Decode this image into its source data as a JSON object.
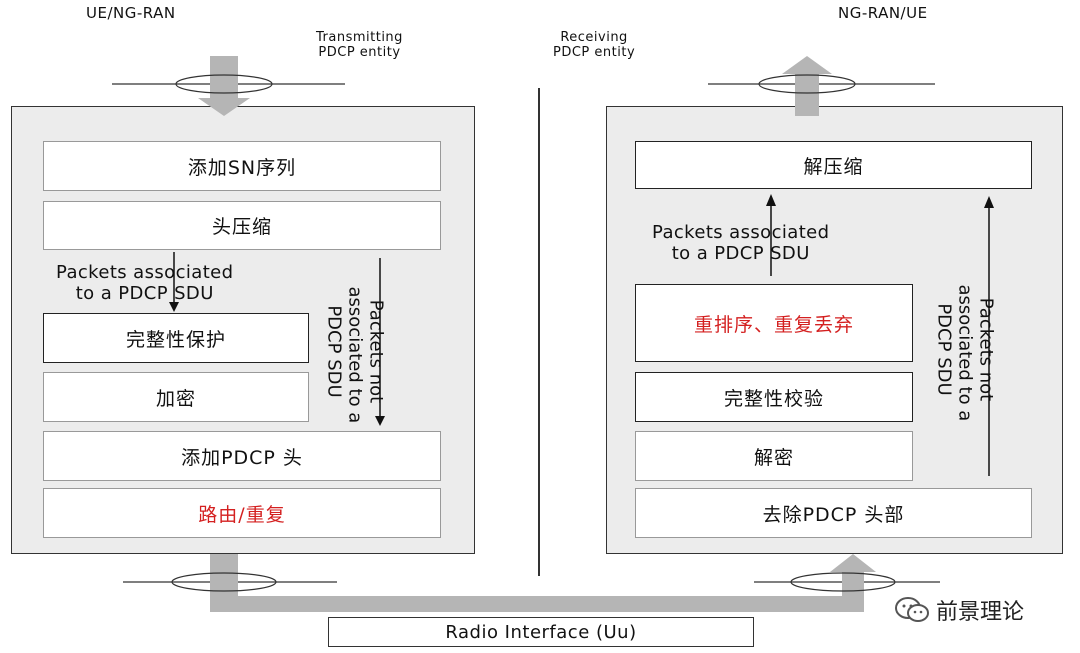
{
  "left_title": "UE/NG-RAN",
  "right_title": "NG-RAN/UE",
  "transmitting": {
    "line1": "Transmitting",
    "line2": "PDCP entity"
  },
  "receiving": {
    "line1": "Receiving",
    "line2": "PDCP entity"
  },
  "left_boxes": [
    "添加SN序列",
    "头压缩",
    "完整性保护",
    "加密",
    "添加PDCP 头",
    "路由/重复"
  ],
  "left_assoc": {
    "line1": "Packets associated",
    "line2": "to a PDCP SDU"
  },
  "left_not_assoc": {
    "line1": "Packets not",
    "line2": "associated to a",
    "line3": "PDCP SDU"
  },
  "right_boxes": [
    "解压缩",
    "重排序、重复丢弃",
    "完整性校验",
    "解密",
    "去除PDCP 头部"
  ],
  "right_assoc": {
    "line1": "Packets associated",
    "line2": "to a PDCP SDU"
  },
  "right_not_assoc": {
    "line1": "Packets not",
    "line2": "associated to a",
    "line3": "PDCP SDU"
  },
  "radio_interface": "Radio Interface (Uu)",
  "watermark": "前景理论",
  "colors": {
    "panel": "#ececec",
    "pipe": "#b5b5b5",
    "accent_red": "#d42020"
  }
}
